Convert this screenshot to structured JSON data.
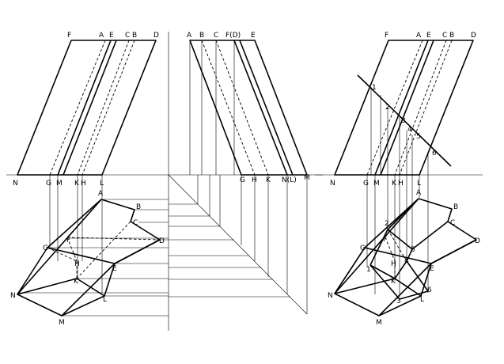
{
  "labels": {
    "front_left_top": [
      "F",
      "A",
      "E",
      "C",
      "B",
      "D"
    ],
    "front_left_bottom": [
      "N",
      "G",
      "M",
      "K",
      "H",
      "L"
    ],
    "side_top": [
      "A",
      "B",
      "C",
      "F(D)",
      "E"
    ],
    "side_bottom": [
      "G",
      "H",
      "K",
      "N(L)",
      "M"
    ],
    "top_left": [
      "A",
      "B",
      "C",
      "D",
      "F",
      "G",
      "H",
      "E",
      "K",
      "N",
      "L",
      "M"
    ],
    "front_right_top": [
      "F",
      "A",
      "E",
      "C",
      "B",
      "D"
    ],
    "front_right_bottom": [
      "N",
      "G",
      "M",
      "K",
      "H",
      "L"
    ],
    "section_points": [
      "1",
      "2",
      "3",
      "4",
      "5",
      "6"
    ],
    "top_right": [
      "A",
      "B",
      "C",
      "D",
      "F",
      "G",
      "H",
      "E",
      "K",
      "N",
      "L",
      "M",
      "1",
      "2",
      "3",
      "4",
      "5",
      "6"
    ]
  }
}
